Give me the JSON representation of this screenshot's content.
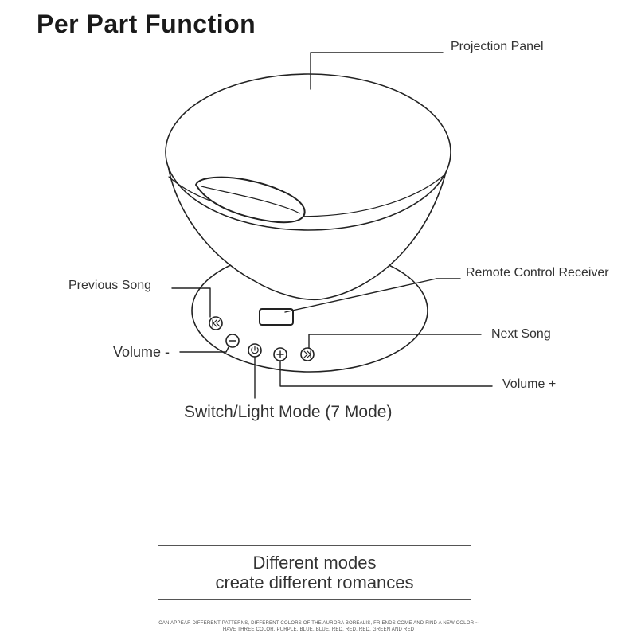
{
  "title": "Per Part Function",
  "labels": {
    "projection_panel": "Projection Panel",
    "remote_receiver": "Remote Control Receiver",
    "previous_song": "Previous Song",
    "next_song": "Next Song",
    "volume_minus": "Volume -",
    "volume_plus": "Volume +",
    "switch_mode": "Switch/Light Mode (7 Mode)"
  },
  "tagline": {
    "line1": "Different modes",
    "line2": "create different romances"
  },
  "footnote": {
    "line1": "CAN APPEAR DIFFERENT PATTERNS, DIFFERENT COLORS OF THE AURORA BOREALIS, FRIENDS COME AND FIND A NEW COLOR ~",
    "line2": "HAVE THREE COLOR, PURPLE, BLUE, BLUE, RED, RED, RED, GREEN AND RED"
  }
}
